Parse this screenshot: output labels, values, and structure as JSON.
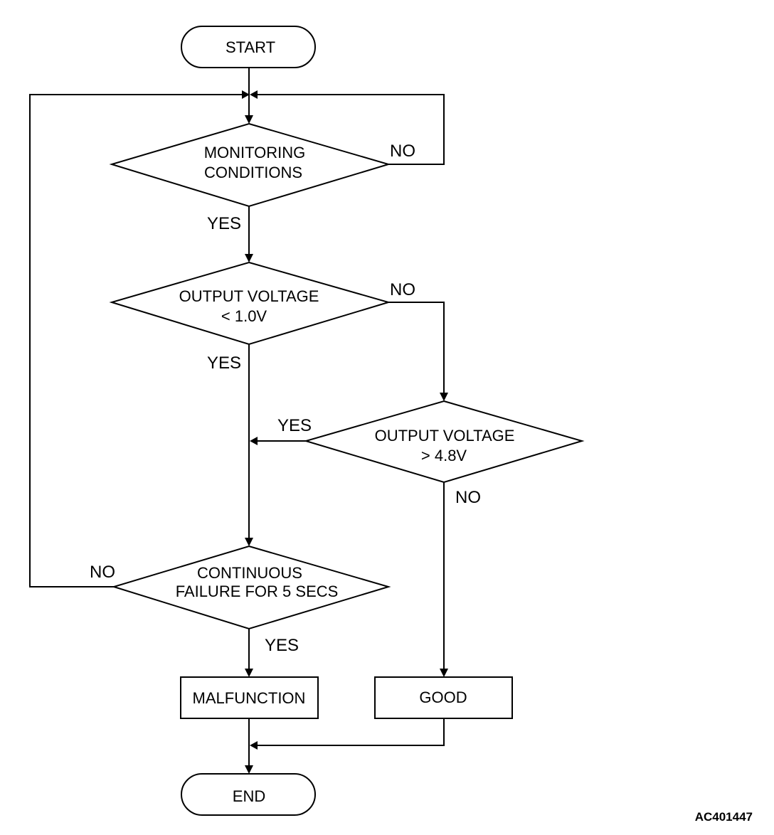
{
  "nodes": {
    "start": "START",
    "monitoring_line1": "MONITORING",
    "monitoring_line2": "CONDITIONS",
    "low_voltage_line1": "OUTPUT VOLTAGE",
    "low_voltage_line2": "< 1.0V",
    "high_voltage_line1": "OUTPUT VOLTAGE",
    "high_voltage_line2": "> 4.8V",
    "continuous_line1": "CONTINUOUS",
    "continuous_line2": "FAILURE FOR 5 SECS",
    "malfunction": "MALFUNCTION",
    "good": "GOOD",
    "end": "END"
  },
  "labels": {
    "monitoring_no": "NO",
    "monitoring_yes": "YES",
    "low_voltage_no": "NO",
    "low_voltage_yes": "YES",
    "high_voltage_yes": "YES",
    "high_voltage_no": "NO",
    "continuous_no": "NO",
    "continuous_yes": "YES"
  },
  "reference_code": "AC401447"
}
